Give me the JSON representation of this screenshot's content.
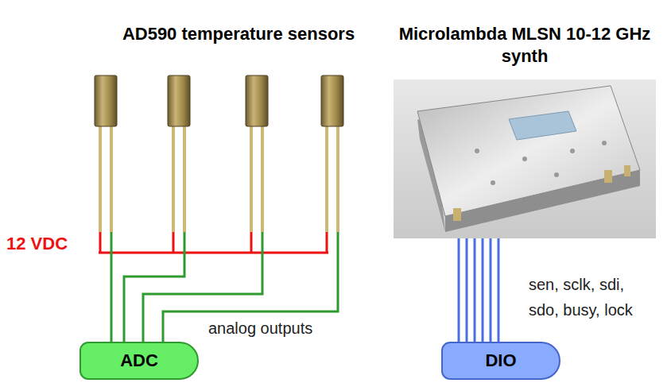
{
  "diagram": {
    "nodes": [
      {
        "text": [
          "Microlambda MLSN 10-12 GHz synth"
        ]
      },
      {
        "text": [
          "ADC"
        ]
      },
      {
        "text": [
          "DIO"
        ]
      }
    ],
    "edges": [
      {
        "from": 0,
        "to": 2,
        "arrow": "none",
        "label": "sen, sclk, sdi, sdo, busy, lock"
      }
    ],
    "labels": [
      "AD590 temperature sensors",
      "12 VDC",
      "analog outputs"
    ]
  }
}
